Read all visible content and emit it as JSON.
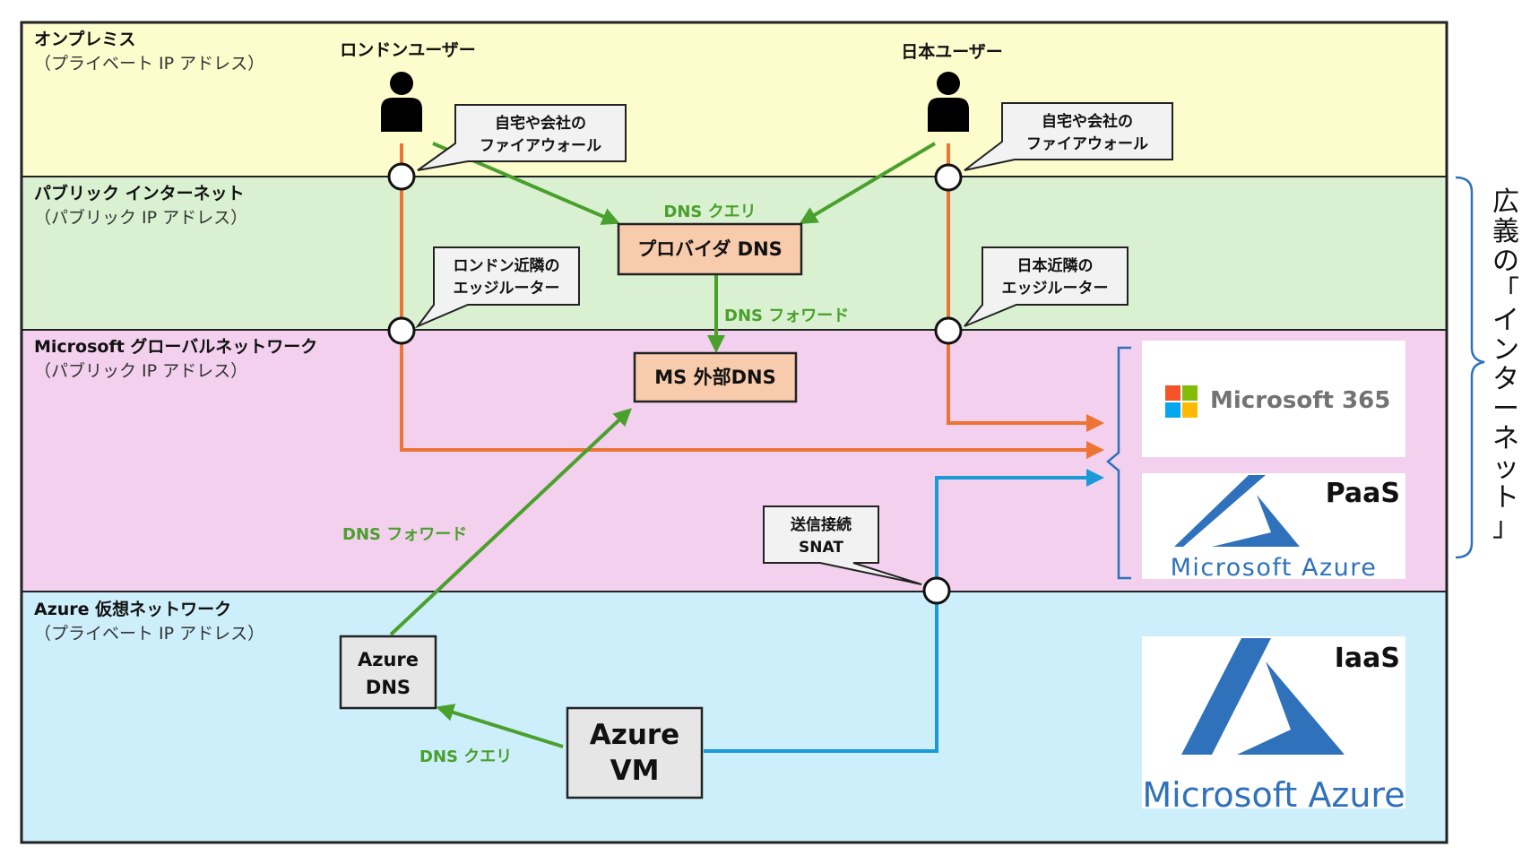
{
  "zones": {
    "onprem": {
      "title": "オンプレミス",
      "subtitle": "（プライベート IP アドレス）"
    },
    "internet": {
      "title": "パブリック インターネット",
      "subtitle": "（パブリック IP アドレス）"
    },
    "msnet": {
      "title": "Microsoft グローバルネットワーク",
      "subtitle": "（パブリック IP アドレス）"
    },
    "vnet": {
      "title": "Azure 仮想ネットワーク",
      "subtitle": "（プライベート IP アドレス）"
    }
  },
  "users": {
    "london": "ロンドンユーザー",
    "japan": "日本ユーザー"
  },
  "callouts": {
    "london_fw": [
      "自宅や会社の",
      "ファイアウォール"
    ],
    "japan_fw": [
      "自宅や会社の",
      "ファイアウォール"
    ],
    "london_edge": [
      "ロンドン近隣の",
      "エッジルーター"
    ],
    "japan_edge": [
      "日本近隣の",
      "エッジルーター"
    ],
    "snat": [
      "送信接続",
      "SNAT"
    ]
  },
  "boxes": {
    "provider_dns": "プロバイダ DNS",
    "ms_dns": "MS 外部DNS",
    "azure_dns": [
      "Azure",
      "DNS"
    ],
    "azure_vm": [
      "Azure",
      "VM"
    ]
  },
  "labels": {
    "dns_query_top": "DNS クエリ",
    "dns_forward_mid": "DNS フォワード",
    "dns_forward_left": "DNS フォワード",
    "dns_query_bottom": "DNS クエリ"
  },
  "services": {
    "m365": "Microsoft 365",
    "paas_tag": "PaaS",
    "paas_logo": "Microsoft Azure",
    "iaas_tag": "IaaS",
    "iaas_logo": "Microsoft Azure"
  },
  "brace_label": "広義の「インターネット」",
  "colors": {
    "onprem": "#fdfccc",
    "internet": "#d9f1d1",
    "msnet": "#f2d0ee",
    "vnet": "#cdeefb",
    "orange": "#ed7433",
    "green": "#4aa02c",
    "blue": "#1a9ad6",
    "dns_box": "#f8cbad",
    "azure_blue": "#2f72bb"
  }
}
